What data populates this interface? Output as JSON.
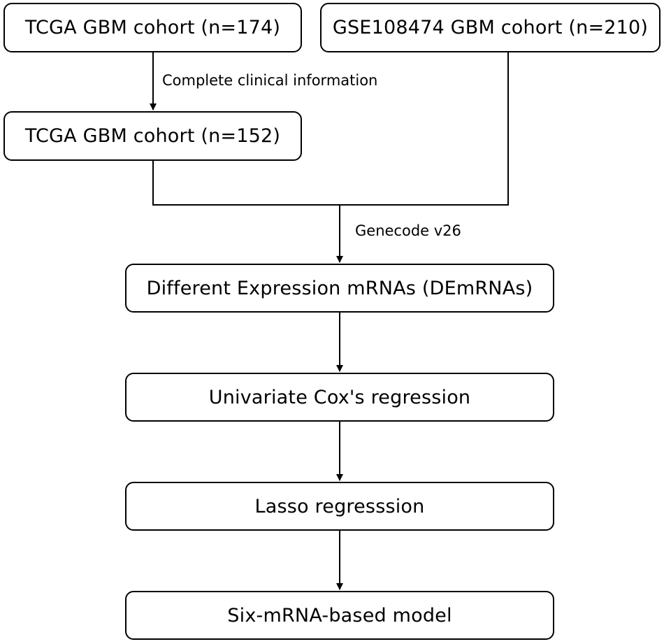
{
  "nodes": {
    "tcga_174": "TCGA GBM cohort (n=174)",
    "gse_210": "GSE108474 GBM cohort (n=210)",
    "tcga_152": "TCGA GBM cohort (n=152)",
    "demrnas": "Different Expression mRNAs (DEmRNAs)",
    "univariate": "Univariate Cox's regression",
    "lasso": "Lasso regresssion",
    "model": "Six-mRNA-based model"
  },
  "edge_labels": {
    "clinical_filter": "Complete clinical information",
    "annotation": "Genecode v26"
  },
  "colors": {
    "stroke": "#000000",
    "background": "#ffffff"
  }
}
